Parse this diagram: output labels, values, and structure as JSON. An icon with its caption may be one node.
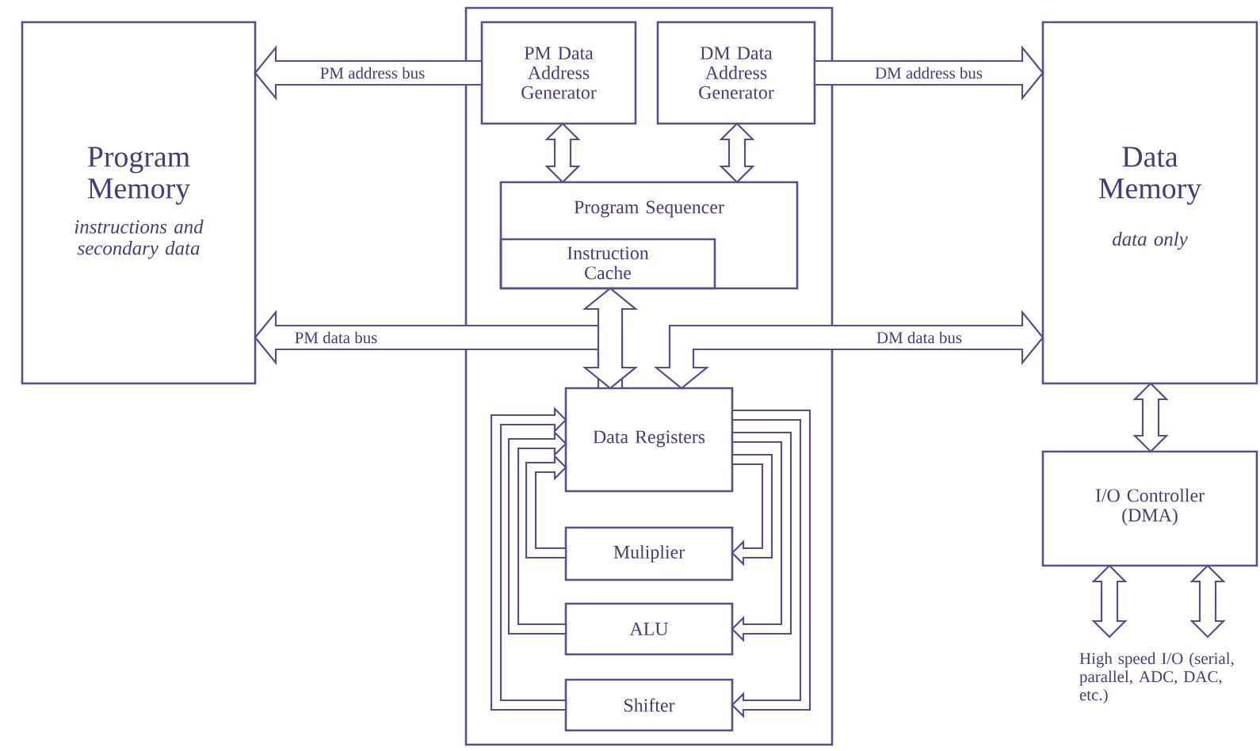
{
  "diagram": {
    "nodes": [
      {
        "text": [
          "Program Memory",
          "instructions and secondary data"
        ]
      },
      {
        "text": [],
        "shape": "box"
      },
      {
        "text": [
          "PM Data Address Generator"
        ],
        "in": 1
      },
      {
        "text": [
          "DM Data Address Generator"
        ],
        "in": 1
      },
      {
        "text": [
          "Program Sequencer"
        ],
        "in": 1
      },
      {
        "text": [
          "Instruction Cache"
        ],
        "in": 4
      },
      {
        "text": [
          "Data Registers"
        ],
        "in": 1
      },
      {
        "text": [
          "Muliplier"
        ],
        "in": 1
      },
      {
        "text": [
          "ALU"
        ],
        "in": 1
      },
      {
        "text": [
          "Shifter"
        ],
        "in": 1
      },
      {
        "text": [
          "Data Memory",
          "data only"
        ]
      },
      {
        "text": [
          "I/O Controller (DMA)"
        ]
      },
      {
        "text": [
          "High speed I/O (serial, parallel, ADC, DAC, etc.)"
        ]
      }
    ],
    "edges": [
      {
        "from": 2,
        "to": 0,
        "arrow": "to",
        "label": "PM address bus"
      },
      {
        "from": 3,
        "to": 10,
        "arrow": "to",
        "label": "DM address bus"
      },
      {
        "from": 2,
        "to": 4,
        "arrow": "both"
      },
      {
        "from": 3,
        "to": 4,
        "arrow": "both"
      },
      {
        "from": 5,
        "to": 6,
        "arrow": "both"
      },
      {
        "from": 6,
        "to": 0,
        "arrow": "to",
        "label": "PM data bus"
      },
      {
        "from": 6,
        "to": 10,
        "arrow": "both",
        "label": "DM data bus"
      },
      {
        "from": 10,
        "to": 11,
        "arrow": "both"
      },
      {
        "from": 11,
        "to": 12,
        "arrow": "both"
      },
      {
        "from": 11,
        "to": 12,
        "arrow": "both"
      },
      {
        "from": 6,
        "to": 7,
        "arrow": "to"
      },
      {
        "from": 6,
        "to": 8,
        "arrow": "to"
      },
      {
        "from": 6,
        "to": 9,
        "arrow": "to"
      },
      {
        "from": 7,
        "to": 6,
        "arrow": "to"
      },
      {
        "from": 8,
        "to": 6,
        "arrow": "to"
      },
      {
        "from": 9,
        "to": 6,
        "arrow": "to"
      }
    ]
  }
}
